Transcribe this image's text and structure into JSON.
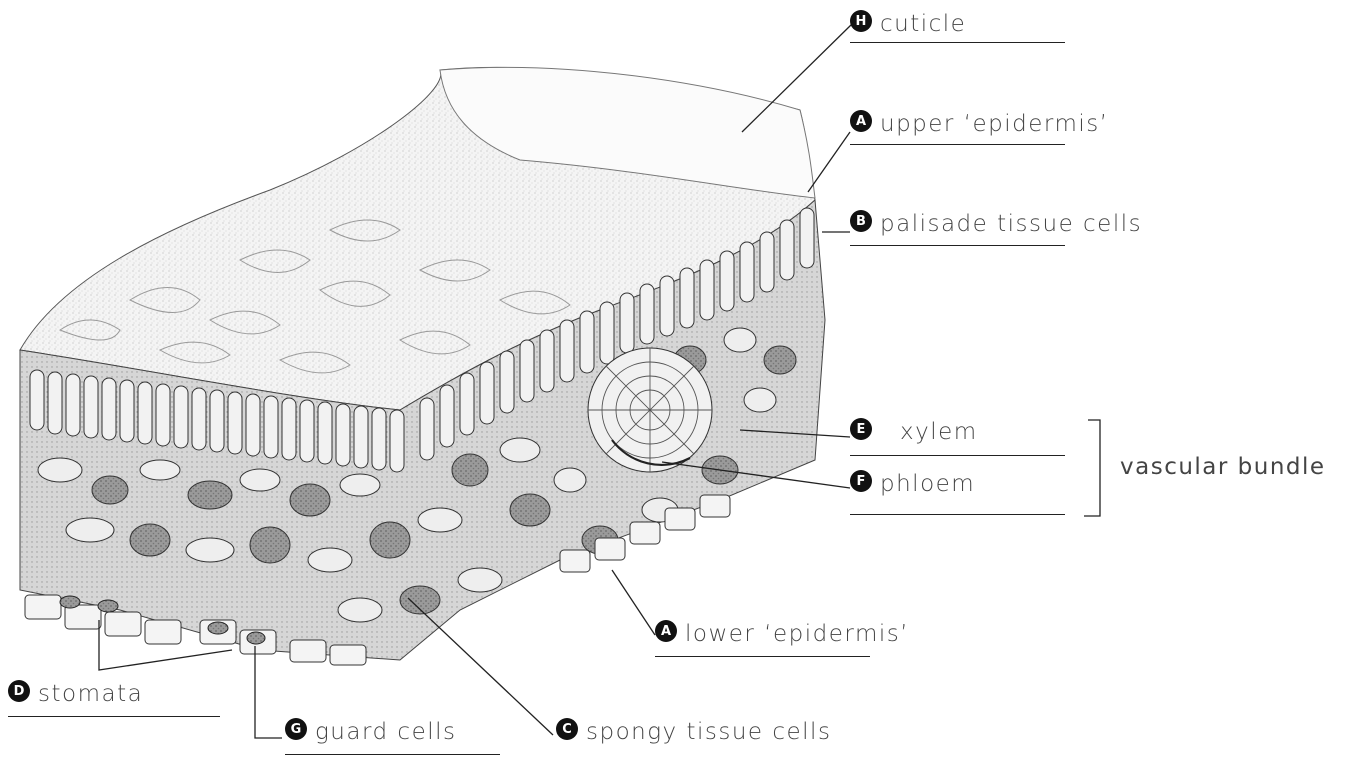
{
  "labels": {
    "cuticle": {
      "letter": "H",
      "text": "cuticle"
    },
    "upper_epidermis": {
      "letter": "A",
      "text": "upper ‘epidermis’"
    },
    "palisade": {
      "letter": "B",
      "text": "palisade tissue cells"
    },
    "xylem": {
      "letter": "E",
      "text": "xylem"
    },
    "phloem": {
      "letter": "F",
      "text": "phloem"
    },
    "lower_epidermis": {
      "letter": "A",
      "text": "lower ‘epidermis’"
    },
    "stomata": {
      "letter": "D",
      "text": "stomata"
    },
    "guard_cells": {
      "letter": "G",
      "text": "guard cells"
    },
    "spongy": {
      "letter": "C",
      "text": "spongy tissue cells"
    }
  },
  "bracket_label": "vascular bundle"
}
